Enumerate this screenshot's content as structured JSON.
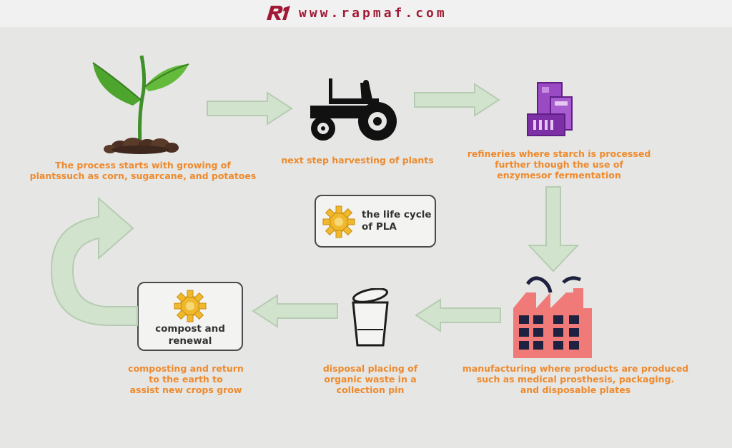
{
  "header": {
    "url": "www.rapmaf.com",
    "brand_color": "#a11a35"
  },
  "colors": {
    "text_accent": "#ee8a2e",
    "arrow_fill": "#d2e3cd",
    "arrow_stroke": "#b6ccb2",
    "factory": "#f07a78",
    "building_purple": "#8e3fb5",
    "gear": "#f0b82c"
  },
  "center_label": {
    "text": "the life cycle\nof PLA",
    "icon": "gear-icon"
  },
  "steps": [
    {
      "id": "growing",
      "icon": "plant-sprout-icon",
      "text": "The process starts with growing of\nplantssuch as corn, sugarcane, and potatoes"
    },
    {
      "id": "harvesting",
      "icon": "tractor-icon",
      "text": "next step harvesting of plants"
    },
    {
      "id": "refining",
      "icon": "refinery-building-icon",
      "text": "refineries where starch is processed\nfurther though the use of\nenzymesor fermentation"
    },
    {
      "id": "manufacturing",
      "icon": "factory-icon",
      "text": "manufacturing where products are produced\nsuch as medical prosthesis, packaging.\nand disposable plates"
    },
    {
      "id": "disposal",
      "icon": "trash-bin-icon",
      "text": "disposal placing of\norganic waste in a\ncollection pin"
    },
    {
      "id": "composting",
      "icon": "gear-icon",
      "box_label": "compost and\nrenewal",
      "text": "composting and return\nto the earth to\nassist new crops grow"
    }
  ]
}
